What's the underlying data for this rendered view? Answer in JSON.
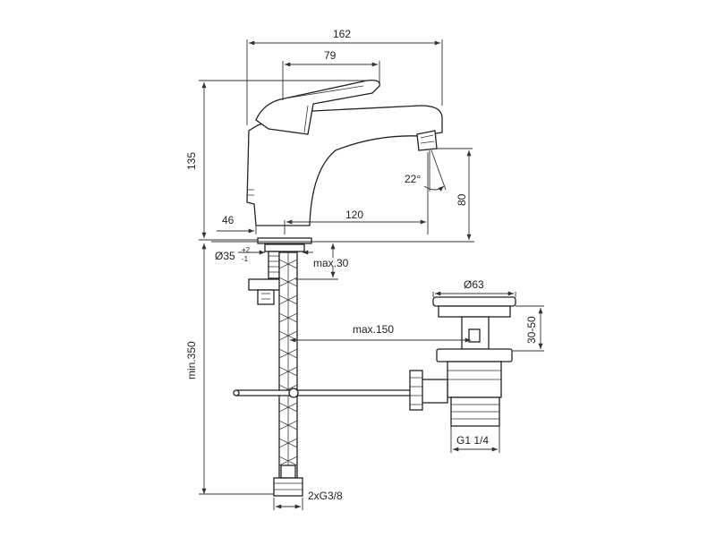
{
  "drawing": {
    "ink_color": "#222222",
    "background_color": "#ffffff",
    "dimensions": {
      "overall_length": "162",
      "lever_length": "79",
      "height": "135",
      "spout_reach": "120",
      "base_offset": "46",
      "outlet_height": "80",
      "outlet_angle": "22°",
      "hole_diameter": "Ø35",
      "hole_tolerance_upper": "+2",
      "hole_tolerance_lower": "-1",
      "deck_thickness": "max.30",
      "hose_length": "min.350",
      "waste_reach": "max.150",
      "waste_diameter": "Ø63",
      "waste_height": "30-50",
      "waste_thread": "G1 1/4",
      "hose_thread": "2xG3/8"
    }
  }
}
